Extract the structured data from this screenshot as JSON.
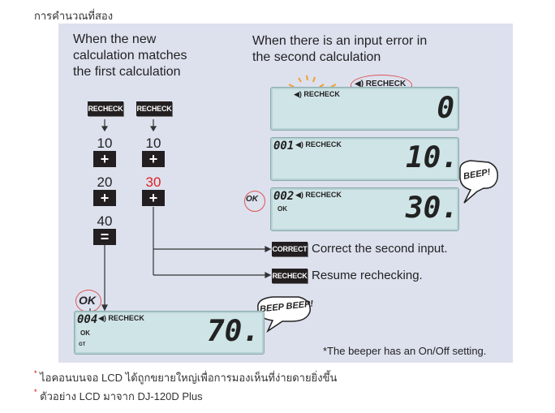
{
  "heading": "การคำนวณที่สอง",
  "left_column_title": [
    "When  the  new",
    "calculation matches",
    "the first calculation"
  ],
  "right_column_title": [
    "When there is an input error in",
    "the second calculation"
  ],
  "recheck_key": "RECHECK",
  "correct_key": "CORRECT",
  "col1": {
    "n1": "10",
    "n2": "20",
    "n3": "40"
  },
  "col2": {
    "n1": "10",
    "n2": "30"
  },
  "plus_symbol": "+",
  "equals_symbol": "=",
  "correct_text": "Correct the second input.",
  "resume_text": "Resume rechecking.",
  "lcd1": {
    "label": "◀) RECHECK",
    "value": "0"
  },
  "lcd2": {
    "label": "◀) RECHECK",
    "step": "001",
    "value": "10."
  },
  "lcd3": {
    "label": "◀) RECHECK",
    "step": "002",
    "ok": "OK",
    "value": "30."
  },
  "lcd4": {
    "label": "◀) RECHECK",
    "step": "004",
    "ok": "OK",
    "gt": "GT",
    "value": "70."
  },
  "callout_recheck": "◀) RECHECK",
  "callout_ok_big": "OK",
  "beep1": "BEEP!",
  "beep2": "BEEP BEEP!",
  "beeper_note": "*The beeper has an On/Off setting.",
  "footnotes": [
    "ไอคอนบนจอ LCD ได้ถูกขยายใหญ่เพื่อการมองเห็นที่ง่ายดายยิ่งขึ้น",
    "ตัวอย่าง LCD มาจาก DJ-120D Plus"
  ],
  "footnote_mark": "*",
  "colors": {
    "panel": "#dde1ee",
    "lcd": "#cfe4e6",
    "accent_red": "#d22",
    "key_dark": "#231f20"
  }
}
